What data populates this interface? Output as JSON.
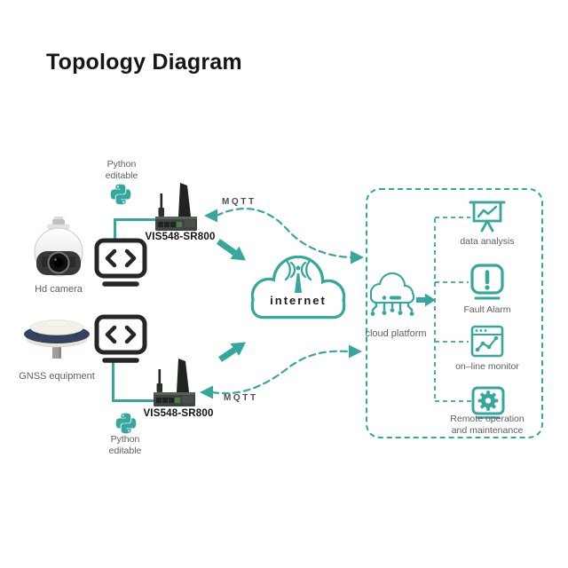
{
  "title": "Topology Diagram",
  "colors": {
    "accent_teal": "#35a79c",
    "label_gray": "#5f5d5d",
    "text_dark": "#161616"
  },
  "left_column": {
    "hd_camera_label": "Hd camera",
    "gnss_label": "GNSS equipment",
    "python_top": {
      "line1": "Python",
      "line2": "editable"
    },
    "python_bottom": {
      "line1": "Python",
      "line2": "editable"
    },
    "router_top_label": "VIS548-SR800",
    "router_bottom_label": "VIS548-SR800"
  },
  "links": {
    "mqtt_top": "MQTT",
    "mqtt_bottom": "MQTT"
  },
  "center": {
    "internet_label": "internet"
  },
  "platform": {
    "cloud_platform_label": "cloud platform"
  },
  "services": [
    {
      "icon": "chart-presentation-icon",
      "label": "data analysis"
    },
    {
      "icon": "alert-exclamation-icon",
      "label": "Fault Alarm"
    },
    {
      "icon": "browser-chart-icon",
      "label": "on–line monitor"
    },
    {
      "icon": "gear-icon",
      "label": "Remote operation",
      "label2": "and maintenance"
    }
  ],
  "icons": [
    "python-icon",
    "code-monitor-icon",
    "router-image",
    "antenna-broadcast-icon",
    "cloud-platform-icon",
    "chart-presentation-icon",
    "alert-exclamation-icon",
    "browser-chart-icon",
    "gear-icon"
  ]
}
